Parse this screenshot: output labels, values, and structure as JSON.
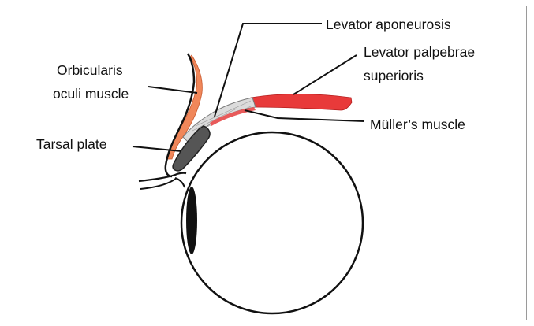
{
  "labels": {
    "levator_aponeurosis": "Levator aponeurosis",
    "levator_palpebrae_line1": "Levator palpebrae",
    "levator_palpebrae_line2": "superioris",
    "orbicularis_line1": "Orbicularis",
    "orbicularis_line2": "oculi muscle",
    "tarsal_plate": "Tarsal plate",
    "muller_muscle": "Müller’s muscle"
  },
  "colors": {
    "orbicularis": "#f0875a",
    "levator_muscle": "#e83a3a",
    "aponeurosis": "#d9d9d9",
    "tarsal_plate": "#555555",
    "outline": "#111111",
    "frame": "#9a9a9a"
  }
}
